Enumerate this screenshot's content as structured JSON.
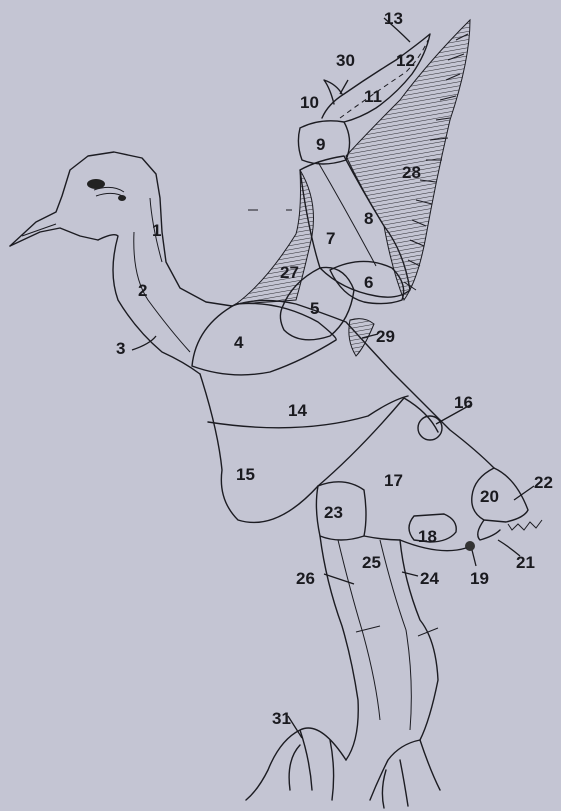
{
  "diagram": {
    "labels": [
      "1",
      "2",
      "3",
      "4",
      "5",
      "6",
      "7",
      "8",
      "9",
      "10",
      "11",
      "12",
      "13",
      "14",
      "15",
      "16",
      "17",
      "18",
      "19",
      "20",
      "21",
      "22",
      "23",
      "24",
      "25",
      "26",
      "27",
      "28",
      "29",
      "30",
      "31"
    ]
  }
}
